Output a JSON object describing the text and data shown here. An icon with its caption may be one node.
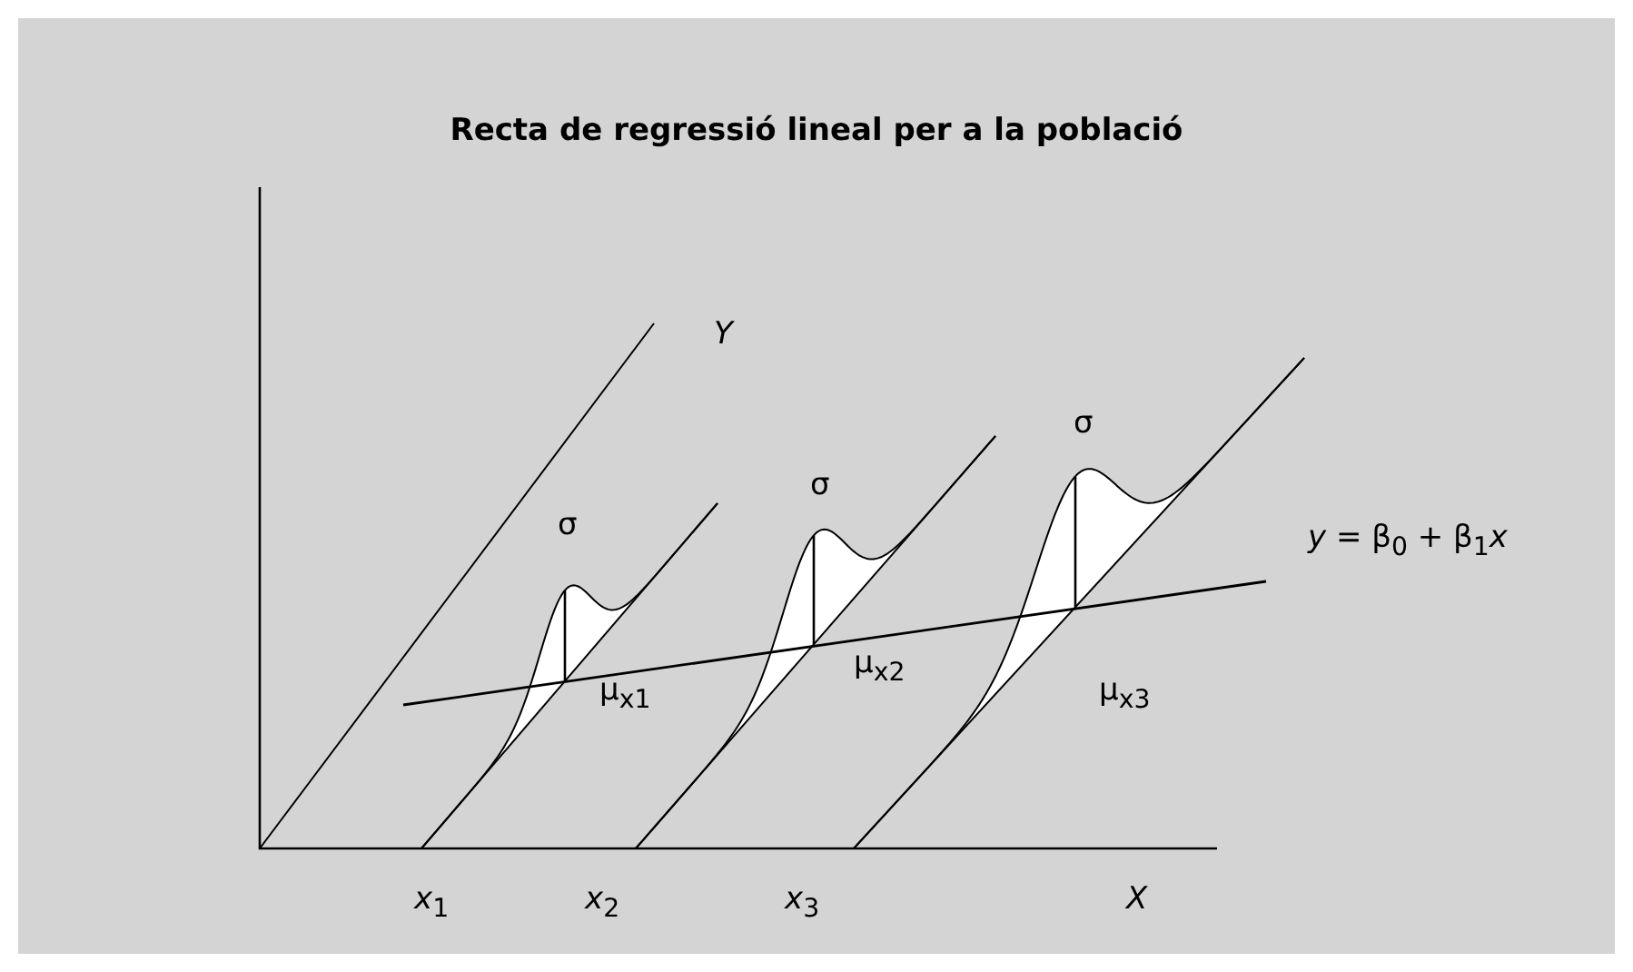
{
  "diagram": {
    "title": "Recta de regressió lineal per a la població",
    "labels": [
      "Y",
      "σ",
      "σ",
      "σ",
      "*y* = β$_{0}$ + β$_{1}$*x*",
      "μ$_{x2}$",
      "μ$_{x1}$",
      "μ$_{x3}$",
      "*x*$_{1}$",
      "*x*$_{2}$",
      "*x*$_{3}$",
      "X"
    ]
  }
}
